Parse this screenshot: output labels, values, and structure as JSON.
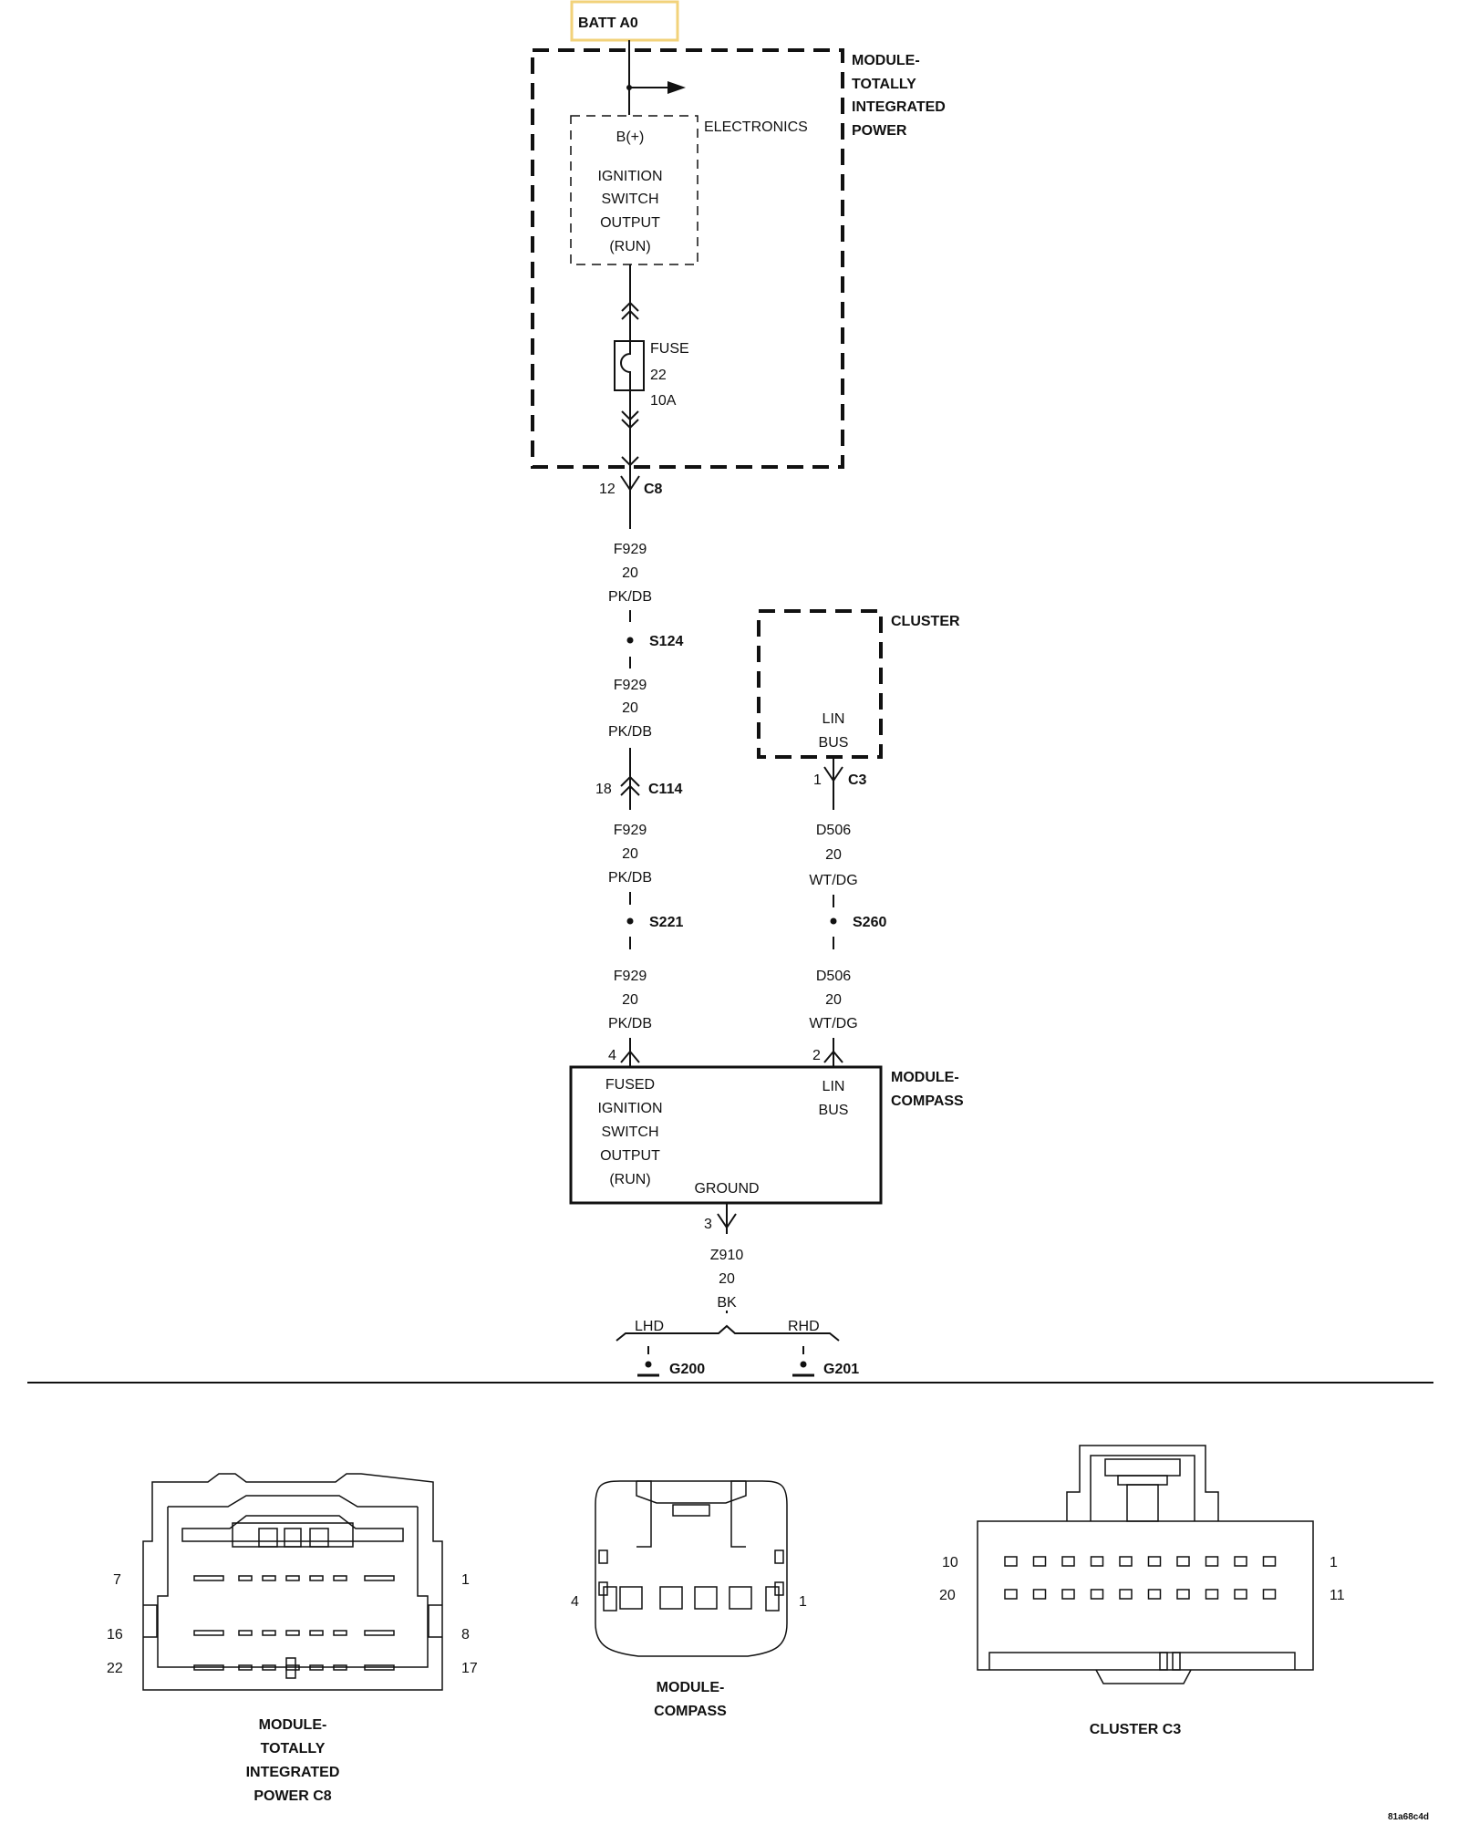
{
  "batt_label": "BATT A0",
  "colors": {
    "batt_box_border": "#f2d27a",
    "line": "#111111",
    "background": "#ffffff"
  },
  "tipm": {
    "name_lines": [
      "MODULE-",
      "TOTALLY",
      "INTEGRATED",
      "POWER"
    ],
    "electronics_label": "ELECTRONICS",
    "output_lines": [
      "B(+)",
      "IGNITION",
      "SWITCH",
      "OUTPUT",
      "(RUN)"
    ],
    "fuse_lines": [
      "FUSE",
      "22",
      "10A"
    ],
    "connector_pin": "12",
    "connector_name": "C8"
  },
  "wire_f929": {
    "lines": [
      "F929",
      "20",
      "PK/DB"
    ]
  },
  "splices": {
    "s124": "S124",
    "s221": "S221",
    "s260": "S260"
  },
  "c114": {
    "pin": "18",
    "name": "C114"
  },
  "cluster": {
    "name": "CLUSTER",
    "lin_lines": [
      "LIN",
      "BUS"
    ],
    "connector_pin": "1",
    "connector_name": "C3"
  },
  "wire_d506": {
    "lines": [
      "D506",
      "20",
      "WT/DG"
    ]
  },
  "compass": {
    "name_lines": [
      "MODULE-",
      "COMPASS"
    ],
    "pin_left": "4",
    "pin_right": "2",
    "fused_lines": [
      "FUSED",
      "IGNITION",
      "SWITCH",
      "OUTPUT",
      "(RUN)"
    ],
    "lin_lines": [
      "LIN",
      "BUS"
    ],
    "ground_label": "GROUND",
    "ground_pin": "3"
  },
  "wire_z910": {
    "lines": [
      "Z910",
      "20",
      "BK"
    ]
  },
  "ground_branch": {
    "lhd": "LHD",
    "rhd": "RHD",
    "g200": "G200",
    "g201": "G201"
  },
  "connector_views": {
    "tipm_c8": {
      "caption_lines": [
        "MODULE-",
        "TOTALLY",
        "INTEGRATED",
        "POWER C8"
      ],
      "pins": {
        "tl": "7",
        "tr": "1",
        "ml": "16",
        "mr": "8",
        "bl": "22",
        "br": "17"
      }
    },
    "compass": {
      "caption_lines": [
        "MODULE-",
        "COMPASS"
      ],
      "pins": {
        "left": "4",
        "right": "1"
      }
    },
    "cluster_c3": {
      "caption": "CLUSTER C3",
      "pins": {
        "tl": "10",
        "tr": "1",
        "bl": "20",
        "br": "11"
      }
    }
  },
  "doc_id": "81a68c4d"
}
